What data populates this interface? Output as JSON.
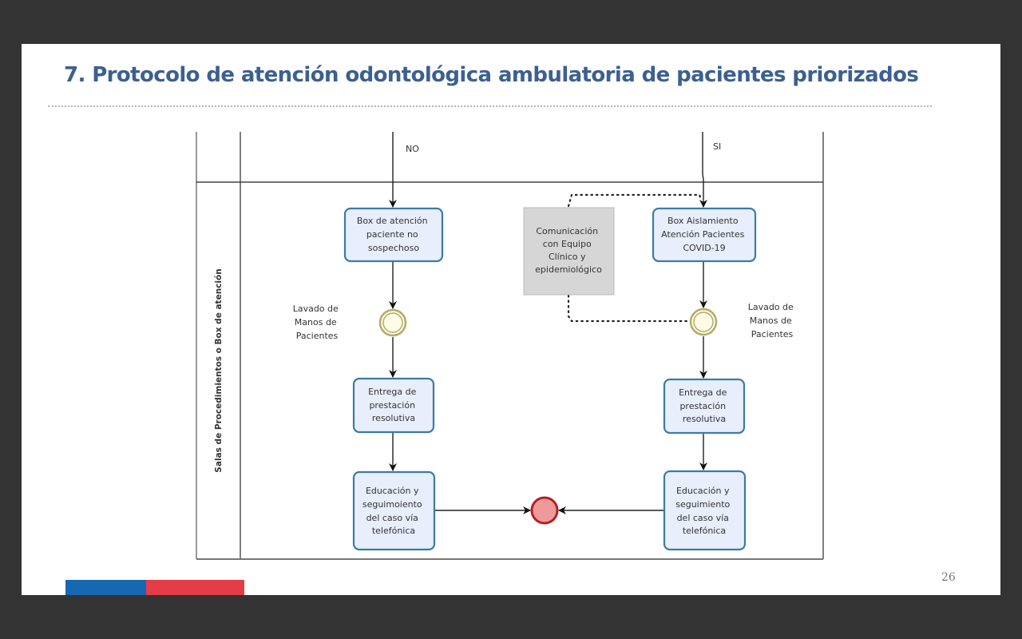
{
  "slide": {
    "title": "7. Protocolo de atención odontológica ambulatoria de pacientes priorizados",
    "page_number": "26",
    "footer_colors": {
      "blue": "#1767b2",
      "red": "#e53d48"
    }
  },
  "diagram": {
    "lane_label": "Salas de Procedimientos o Box de atención",
    "branch_labels": {
      "no": "NO",
      "si": "SI"
    },
    "left_column": {
      "box_1": [
        "Box de atención",
        "paciente no",
        "sospechoso"
      ],
      "event_label": [
        "Lavado de",
        "Manos de",
        "Pacientes"
      ],
      "box_2": [
        "Entrega de",
        "prestación",
        "resolutiva"
      ],
      "box_3": [
        "Educación y",
        "seguimoiento",
        "del caso vía",
        "telefónica"
      ]
    },
    "right_column": {
      "box_1": [
        "Box Aislamiento",
        "Atención Pacientes",
        "COVID-19"
      ],
      "event_label": [
        "Lavado de",
        "Manos de",
        "Pacientes"
      ],
      "box_2": [
        "Entrega de",
        "prestación",
        "resolutiva"
      ],
      "box_3": [
        "Educación y",
        "seguimiento",
        "del caso vía",
        "telefónica"
      ]
    },
    "annotation": [
      "Comunicación",
      "con Equipo",
      "Clínico y",
      "epidemiológico"
    ],
    "colors": {
      "task_fill": "#e8eefb",
      "task_stroke": "#3a7ca5",
      "annotation_fill": "#d6d6d6",
      "event_stroke": "#b3ac6a",
      "event_fill": "#fffbe6",
      "end_fill": "#ef9a9a",
      "end_stroke": "#b32025"
    }
  }
}
